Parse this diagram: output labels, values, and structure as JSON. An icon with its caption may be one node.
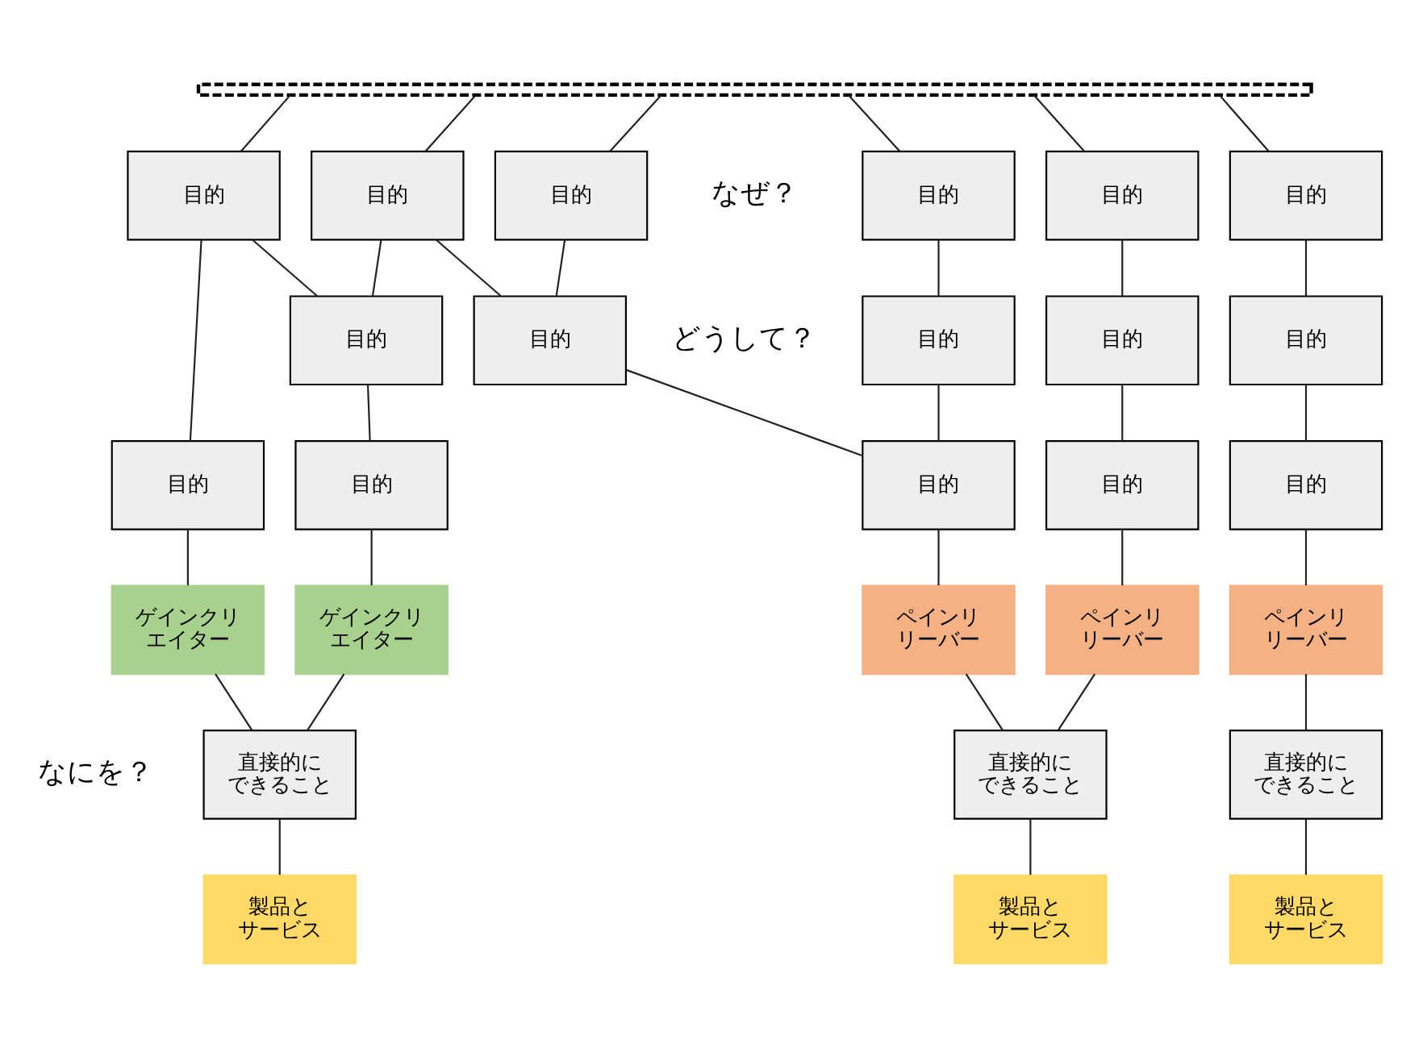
{
  "diagram": {
    "nodes": [
      {
        "text": [],
        "shape": "band"
      },
      {
        "text": [
          "目的"
        ]
      },
      {
        "text": [
          "目的"
        ]
      },
      {
        "text": [
          "目的"
        ]
      },
      {
        "text": [
          "目的"
        ]
      },
      {
        "text": [
          "目的"
        ]
      },
      {
        "text": [
          "目的"
        ]
      },
      {
        "text": [
          "目的"
        ]
      },
      {
        "text": [
          "目的"
        ]
      },
      {
        "text": [
          "目的"
        ]
      },
      {
        "text": [
          "目的"
        ]
      },
      {
        "text": [
          "目的"
        ]
      },
      {
        "text": [
          "目的"
        ]
      },
      {
        "text": [
          "目的"
        ]
      },
      {
        "text": [
          "目的"
        ]
      },
      {
        "text": [
          "目的"
        ]
      },
      {
        "text": [
          "目的"
        ]
      },
      {
        "text": [
          "ゲインクリエイター"
        ]
      },
      {
        "text": [
          "ゲインクリエイター"
        ]
      },
      {
        "text": [
          "ペインリリーバー"
        ]
      },
      {
        "text": [
          "ペインリリーバー"
        ]
      },
      {
        "text": [
          "ペインリリーバー"
        ]
      },
      {
        "text": [
          "直接的にできること"
        ]
      },
      {
        "text": [
          "直接的にできること"
        ]
      },
      {
        "text": [
          "直接的にできること"
        ]
      },
      {
        "text": [
          "製品とサービス"
        ]
      },
      {
        "text": [
          "製品とサービス"
        ]
      },
      {
        "text": [
          "製品とサービス"
        ]
      }
    ],
    "edges": [
      {
        "from": 0,
        "to": 1,
        "arrow": "none"
      },
      {
        "from": 0,
        "to": 2,
        "arrow": "none"
      },
      {
        "from": 0,
        "to": 3,
        "arrow": "none"
      },
      {
        "from": 0,
        "to": 4,
        "arrow": "none"
      },
      {
        "from": 0,
        "to": 5,
        "arrow": "none"
      },
      {
        "from": 0,
        "to": 6,
        "arrow": "none"
      },
      {
        "from": 1,
        "to": 7,
        "arrow": "none"
      },
      {
        "from": 1,
        "to": 12,
        "arrow": "none"
      },
      {
        "from": 2,
        "to": 7,
        "arrow": "none"
      },
      {
        "from": 2,
        "to": 8,
        "arrow": "none"
      },
      {
        "from": 3,
        "to": 8,
        "arrow": "none"
      },
      {
        "from": 4,
        "to": 9,
        "arrow": "none"
      },
      {
        "from": 5,
        "to": 10,
        "arrow": "none"
      },
      {
        "from": 6,
        "to": 11,
        "arrow": "none"
      },
      {
        "from": 7,
        "to": 13,
        "arrow": "none"
      },
      {
        "from": 8,
        "to": 14,
        "arrow": "none"
      },
      {
        "from": 9,
        "to": 14,
        "arrow": "none"
      },
      {
        "from": 10,
        "to": 15,
        "arrow": "none"
      },
      {
        "from": 11,
        "to": 16,
        "arrow": "none"
      },
      {
        "from": 12,
        "to": 17,
        "arrow": "none"
      },
      {
        "from": 13,
        "to": 18,
        "arrow": "none"
      },
      {
        "from": 14,
        "to": 19,
        "arrow": "none"
      },
      {
        "from": 15,
        "to": 20,
        "arrow": "none"
      },
      {
        "from": 16,
        "to": 21,
        "arrow": "none"
      },
      {
        "from": 17,
        "to": 22,
        "arrow": "none"
      },
      {
        "from": 18,
        "to": 22,
        "arrow": "none"
      },
      {
        "from": 19,
        "to": 23,
        "arrow": "none"
      },
      {
        "from": 20,
        "to": 23,
        "arrow": "none"
      },
      {
        "from": 21,
        "to": 24,
        "arrow": "none"
      },
      {
        "from": 22,
        "to": 25,
        "arrow": "none"
      },
      {
        "from": 23,
        "to": 26,
        "arrow": "none"
      },
      {
        "from": 24,
        "to": 27,
        "arrow": "none"
      }
    ],
    "labels": [
      "なぜ？",
      "どうして？",
      "なにを？"
    ]
  }
}
